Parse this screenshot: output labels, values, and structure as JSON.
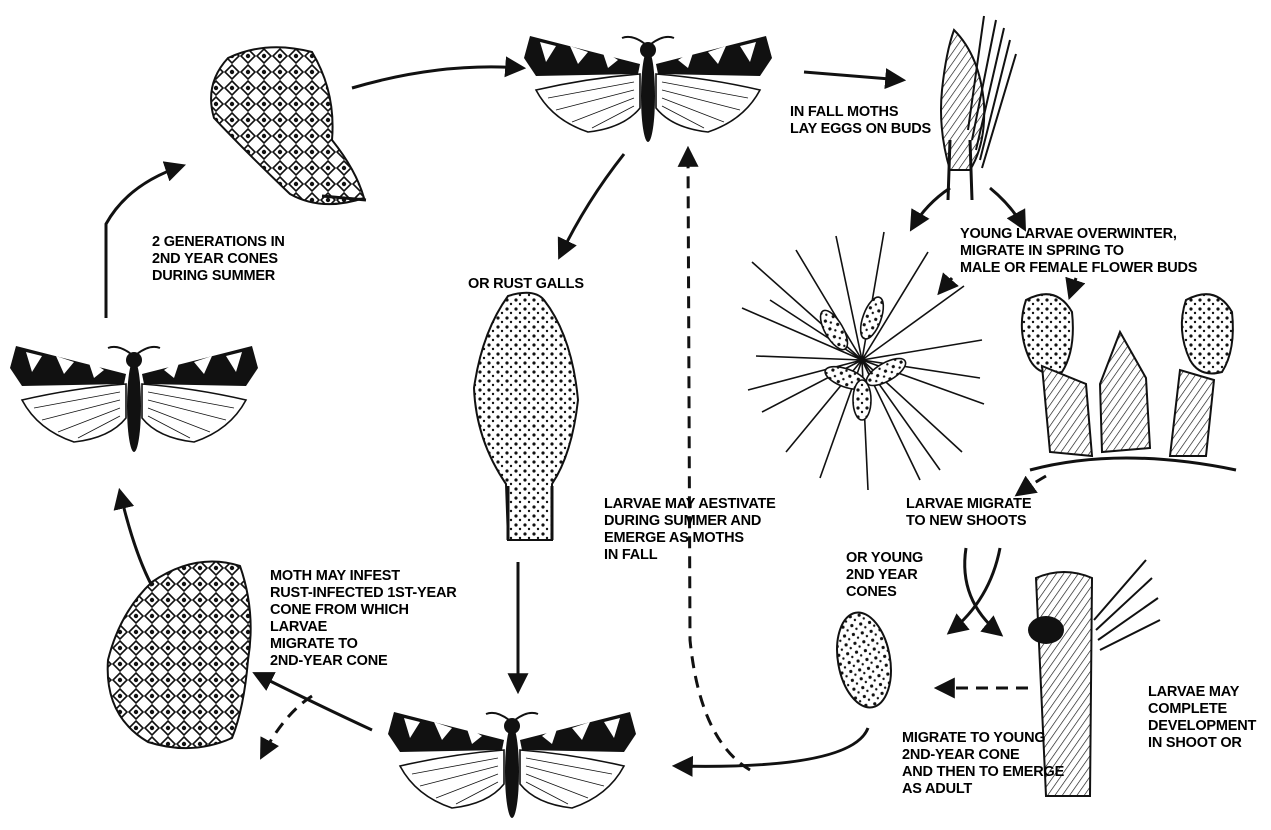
{
  "labels": {
    "fall_eggs": [
      "IN FALL MOTHS",
      "LAY EGGS ON BUDS"
    ],
    "young_larvae": [
      "YOUNG LARVAE OVERWINTER,",
      "MIGRATE IN SPRING TO",
      "MALE OR FEMALE FLOWER BUDS"
    ],
    "two_generations": [
      "2 GENERATIONS IN",
      "2ND YEAR CONES",
      "DURING SUMMER"
    ],
    "rust_galls": [
      "OR RUST GALLS"
    ],
    "aestivate": [
      "LARVAE MAY AESTIVATE",
      "DURING SUMMER AND",
      "EMERGE AS MOTHS",
      "IN FALL"
    ],
    "new_shoots": [
      "LARVAE MIGRATE",
      "TO NEW SHOOTS"
    ],
    "young_cones": [
      "OR YOUNG",
      "2ND YEAR",
      "CONES"
    ],
    "rust_infected": [
      "MOTH MAY INFEST",
      "RUST-INFECTED 1ST-YEAR",
      "CONE FROM WHICH",
      "LARVAE",
      "MIGRATE TO",
      "2ND-YEAR CONE"
    ],
    "complete_dev": [
      "LARVAE MAY",
      "COMPLETE",
      "DEVELOPMENT",
      "IN SHOOT OR"
    ],
    "migrate_young": [
      "MIGRATE TO YOUNG",
      "2ND-YEAR CONE",
      "AND THEN TO EMERGE",
      "AS ADULT"
    ]
  },
  "colors": {
    "ink": "#111111",
    "paper": "#ffffff"
  }
}
